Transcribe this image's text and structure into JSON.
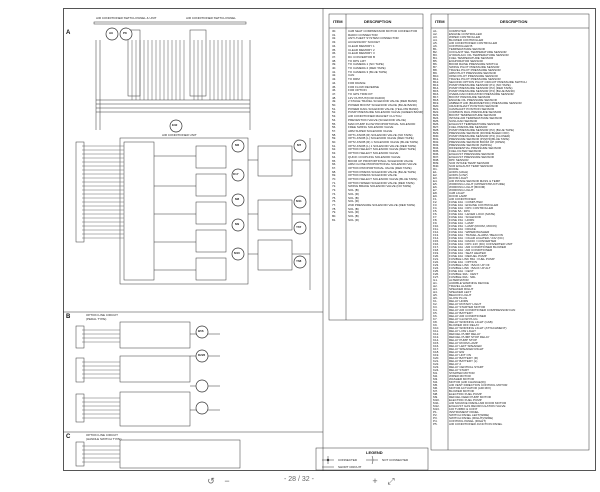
{
  "sections": {
    "a": "A",
    "b": "B",
    "c": "C"
  },
  "top_labels": {
    "panel_left": "AIR CONDITIONER SWITCH PANEL & UNIT",
    "panel_right": "AIR CONDITIONER SWITCH PANEL",
    "unit": "AIR CONDITIONER UNIT"
  },
  "connectors": [
    "A9",
    "P8",
    "E32",
    "M6",
    "M7",
    "K17",
    "M8",
    "M9",
    "M10",
    "M11",
    "Y67",
    "Y68",
    "B56",
    "D226"
  ],
  "section_b_title": "OPTION LINE CIRCUIT\n(PEDAL TYPE)",
  "section_c_title": "OPTION LINE CIRCUIT\n(HANDLE SWITCH TYPE)",
  "table1": {
    "item_header": "ITEM",
    "desc_header": "DESCRIPTION",
    "rows": [
      [
        "30.",
        "CAB SEAT COMPRESSOR MOTOR CONNECTOR"
      ],
      [
        "31.",
        "RADIO CONNECTOR"
      ],
      [
        "32.",
        "ANTI-THEFT SYSTEM CONNECTOR"
      ],
      [
        "33.",
        "ACCESSORY SOCKET"
      ],
      [
        "34.",
        "CLEAR MEMORY 1"
      ],
      [
        "35.",
        "CLEAR MEMORY 2"
      ],
      [
        "36.",
        "CLEAR MEMORY 3"
      ],
      [
        "37.",
        "DC CONVERTOR B"
      ],
      [
        "38.",
        "TO DPS LMT"
      ],
      [
        "39.",
        "TO CAMERA 1 (NO TAPE)"
      ],
      [
        "40.",
        "TO CAMERA 2 (RED TAPE)"
      ],
      [
        "41.",
        "TO CAMERA 3 (BLUE TAPE)"
      ],
      [
        "42.",
        "CAN"
      ],
      [
        "43.",
        "TO DRM"
      ],
      [
        "44.",
        "FOR DRAKE"
      ],
      [
        "45.",
        "FOR FLOW REVERSE"
      ],
      [
        "46.",
        "FOR OPTION"
      ],
      [
        "47.",
        "TO GPS TRIM KIT"
      ],
      [
        "48.",
        "12V OUTPUT(FOR RADIO)"
      ],
      [
        "49.",
        "2 STAGE TRAVEL SOLENOID VALVE (RED BAND)"
      ],
      [
        "50.",
        "POWER BOOST SOLENOID VALVE (BLUE BAND)"
      ],
      [
        "51.",
        "POWER DAIG SOLENOID VALVE (YELLOW BAND)"
      ],
      [
        "52.",
        "PUMP PRESSURE SOLENOID VALVE (GREEN BAND)"
      ],
      [
        "53.",
        "AIR CONDITIONER MAGNET CLUTCH"
      ],
      [
        "54.",
        "PREVENTION VALVE (SOLENOID VALVE)"
      ],
      [
        "55.",
        "MAIN PUMP FLOW PROPORTIONAL SOLENOID"
      ],
      [
        "56.",
        "FREE SWING SOLENOID VALVE"
      ],
      [
        "57.",
        "ARM SUPER SOLENOID VALVE"
      ],
      [
        "58.",
        "OPT1-KNOB (R) SOLENOID VALVE (NO TAPE)"
      ],
      [
        "59.",
        "OPT1-KNOB (L) SOLENOID VALVE (RED TAPE)"
      ],
      [
        "60.",
        "OPT2-KNOB (R) 1 SOLENOID VALVE (BLUE TAPE)"
      ],
      [
        "61.",
        "OPT2-KNOB (L) 1 SOLENOID VALVE (RED TAPE)"
      ],
      [
        "62.",
        "OPTION SELECT SOLENOID VALVE (RED TAPE)"
      ],
      [
        "63.",
        "OPTION SELECT SOLENOID VALVE"
      ],
      [
        "64.",
        "QUICK COUPLING SOLENOID VALVE"
      ],
      [
        "65.",
        "BOOM UP PROPORTIONAL SOLENOID VALVE"
      ],
      [
        "66.",
        "ARM CLOSE PROPORTIONAL SOLENOID VALVE"
      ],
      [
        "67.",
        "OPTION PROPORTIONAL VALVE (RED TAPE)"
      ],
      [
        "68.",
        "OPTION PRESS SOLENOID VALVE (BLUE TAPE)"
      ],
      [
        "69.",
        "OPTION PRESS SOLENOID VALVE"
      ],
      [
        "70.",
        "OPTION SELECT SOLENOID VALVE (BLUE TAPE)"
      ],
      [
        "71.",
        "OPTION SPEED SOLENOID VALVE (RED TAPE)"
      ],
      [
        "72.",
        "SWING BRAKE SOLENOID VALVE (NO TAPE)"
      ],
      [
        "73.",
        "SOL (B)"
      ],
      [
        "74.",
        "SOL (R)"
      ],
      [
        "75.",
        "SOL (B)"
      ],
      [
        "76.",
        "SOL (R)"
      ],
      [
        "77.",
        "2ND PRESSURE SOLENOID VALVE (RED TAPE)"
      ],
      [
        "78.",
        "SOL (B)"
      ],
      [
        "79.",
        "SOL (R)"
      ],
      [
        "80.",
        "SOL (B)"
      ],
      [
        "81.",
        "SOL (R)"
      ]
    ]
  },
  "table2": {
    "item_header": "ITEM",
    "desc_header": "DESCRIPTION",
    "rows": [
      [
        "A1.",
        "COMPUTER"
      ],
      [
        "A2.",
        "ENGINE CONTROLLER"
      ],
      [
        "A3.",
        "WIPER CONTROLLER"
      ],
      [
        "A4.",
        "BLOWER CONTROLLER"
      ],
      [
        "A5.",
        "AIR CONDITIONER CONTROLLER"
      ],
      [
        "A6.",
        "CONTROLLER B"
      ],
      [
        "B1.",
        "TEMPERATURE SENSOR"
      ],
      [
        "B2.",
        "COOLANT SEL TEMPERATURE SENSOR"
      ],
      [
        "B3.",
        "HYDRAULIC OIL TEMPERATURE SENSOR"
      ],
      [
        "B4.",
        "FUEL TEMPERATURE SENSOR"
      ],
      [
        "B5.",
        "EVAPORATOR SENSOR"
      ],
      [
        "B6.",
        "BOOM RAISE PRESSURE SWITCH"
      ],
      [
        "B7.",
        "SWING PILOT PRESSURE SENSOR"
      ],
      [
        "B8.",
        "TRAVEL PILOT PRESSURE SENSOR"
      ],
      [
        "B9.",
        "ARM PILOT PRESSURE SENSOR"
      ],
      [
        "B10.",
        "OPEN PILOT PRESSURE SENSOR"
      ],
      [
        "B11.",
        "TRAVEL PILOT PRESSURE SENSOR"
      ],
      [
        "B12.",
        "SECOND OPTION PILOT CIRCUIT PRESSURE SWITCH"
      ],
      [
        "B13.",
        "PUMP PRESSURE SENSOR (P1) (NO TAPE)"
      ],
      [
        "B14.",
        "PUMP PRESSURE SENSOR (P2) (RED TAPE)"
      ],
      [
        "B15.",
        "PUMP PRESSURE SENSOR (P3) (BLUE BAND)"
      ],
      [
        "B16.",
        "OVERLOAD INDICATOR PRESSURE SENSOR"
      ],
      [
        "B17.",
        "BOOST PRESSURE SENSOR"
      ],
      [
        "B18.",
        "ENGINE OIL PRESSURE SENSOR"
      ],
      [
        "B19.",
        "AMBIENT AIR (BAROMETRIC) PRESSURE SENSOR"
      ],
      [
        "B20.",
        "CRANKSHAFT POSITION SENSOR"
      ],
      [
        "B21.",
        "CAMSHAFT POSITION SENSOR"
      ],
      [
        "B22.",
        "COMMON RAIL PRESSURE SENSOR"
      ],
      [
        "B23.",
        "BOOST TEMPERATURE SENSOR"
      ],
      [
        "B24.",
        "INTAKE AIR TEMPERATURE SENSOR"
      ],
      [
        "B25.",
        "SUNLOAD SENSOR"
      ],
      [
        "B26.",
        "EXHAUST TEMPERATURE SENSOR"
      ],
      [
        "B27.",
        "FUEL PRESSURE SENSOR"
      ],
      [
        "B28.",
        "PUMP PRESSURE SENSOR (P2) (BLUE TAPE)"
      ],
      [
        "B29.",
        "PRESSURE SENSOR (DIVIDE BLEED OFF)"
      ],
      [
        "B30.",
        "PUMP PRESSURE SENSOR (P3) (CLOSED)"
      ],
      [
        "B31.",
        "PRESSURE SENSOR (P3)(P4)(BLUE TAPE)"
      ],
      [
        "B32.",
        "PRESSURE SENSOR BOOM UP (OPEN)"
      ],
      [
        "B33.",
        "PRESSURE SENSOR (SWING)"
      ],
      [
        "B34.",
        "DIFFERENTIAL PRESSURE SENSOR"
      ],
      [
        "B35.",
        "FUEL FILTER SENSOR"
      ],
      [
        "B36.",
        "EXHAUST PRESSURE SENSOR"
      ],
      [
        "B37.",
        "EXHAUST PRESSURE SENSOR"
      ],
      [
        "B38.",
        "DPF SENSOR"
      ],
      [
        "B39.",
        "SCR INTAKE TEMP SENSOR"
      ],
      [
        "B40.",
        "SCR EXHAUST TEMP SENSOR"
      ],
      [
        "D1.",
        "DIODE"
      ],
      [
        "E1.",
        "HORN (HIGH)"
      ],
      [
        "E2.",
        "HORN (LOW)"
      ],
      [
        "E3.",
        "ROOM LIGHT"
      ],
      [
        "E4.",
        "AIR INTAKE SENSOR MASS & TEMP"
      ],
      [
        "E5.",
        "WORKING LIGHT (UPPERSTRUCTURE)"
      ],
      [
        "E6.",
        "WORKING LIGHT (BOOM)"
      ],
      [
        "E7.",
        "WORKING LIGHT"
      ],
      [
        "E8.",
        "CAB LIGHT"
      ],
      [
        "E9.",
        "DOOR LAMP"
      ],
      [
        "F1.",
        "AIR CONDITIONER"
      ],
      [
        "F2.",
        "FUSE 10A : COMPUTER"
      ],
      [
        "F3.",
        "FUSE 10A : ENGINE CONTROLLER"
      ],
      [
        "F4.",
        "FUSE 10A : DPC CONTROLLER"
      ],
      [
        "F5.",
        "FUSE 5A : DPC"
      ],
      [
        "F6.",
        "FUSE 10A : LEVER LOCK (MATE)"
      ],
      [
        "F7.",
        "FUSE 10A : SOLENOID"
      ],
      [
        "F8.",
        "FUSE 15A : HORN"
      ],
      [
        "F9.",
        "FUSE 10A : LAMP"
      ],
      [
        "F10.",
        "FUSE 15A : LAMP (ROOM, MOON)"
      ],
      [
        "F11.",
        "FUSE 10A : DRAKE"
      ],
      [
        "F12.",
        "FUSE 10A : WIPER/WASHER"
      ],
      [
        "F13.",
        "FUSE 10A : TRAVEL ALARM / BEACON"
      ],
      [
        "F14.",
        "FUSE 10A : CIGAR LIGHTER / 24V (DC)"
      ],
      [
        "F15.",
        "FUSE 10A : RADIO / CONVERTER"
      ],
      [
        "F16.",
        "FUSE 10A : DPC 24V (DC) CONVERTER UNIT"
      ],
      [
        "F17.",
        "FUSE 10A : AIR CONDITIONER BLOWER"
      ],
      [
        "F18.",
        "FUSE 10A : AIR CONDITIONER"
      ],
      [
        "F19.",
        "FUSE 10A : SEAT HEATER"
      ],
      [
        "F20.",
        "FUSE 10A : REFUEL PUMP"
      ],
      [
        "F21.",
        "FUSIBLE LINK 65A : FUEL PUMP"
      ],
      [
        "F22.",
        "FUSE 10A : OPTION"
      ],
      [
        "F23.",
        "FUSIBLE LINK : BACK UP OF"
      ],
      [
        "F24.",
        "FUSIBLE LINK : BACK UP ALT"
      ],
      [
        "F25.",
        "FUSE 10A : CENT"
      ],
      [
        "F26.",
        "FUSIBLE 30A : CENT"
      ],
      [
        "F27.",
        "FUSIBLE 60A : SRL"
      ],
      [
        "G1.",
        "ALTERNATOR"
      ],
      [
        "H1.",
        "AUDIBLE WARNING DEVICE"
      ],
      [
        "H2.",
        "TRAVEL ALARM"
      ],
      [
        "H3.",
        "SPEAKER RIGHT"
      ],
      [
        "H4.",
        "SPEAKER LEFT"
      ],
      [
        "H5.",
        "BEACON LIGHT"
      ],
      [
        "H6.",
        "GLOW PLUG"
      ],
      [
        "K1.",
        "RELAY HORN"
      ],
      [
        "K2.",
        "RELAY ROTARY LIGHT"
      ],
      [
        "K3.",
        "RELAY STARTER MOTOR"
      ],
      [
        "K4.",
        "RELAY AIR CONDITIONER COMPRESSOR FAN"
      ],
      [
        "K5.",
        "RELAY BATTERY"
      ],
      [
        "K6.",
        "RELAY AIR CONDITIONER"
      ],
      [
        "K7.",
        "RELAY GLOW PLUG"
      ],
      [
        "K8.",
        "RELAY WORKING LIGHT (CAB)"
      ],
      [
        "K9.",
        "BLOWER OFF RELAY"
      ],
      [
        "K10.",
        "RELAY WORKING LIGHT (ATTACHMENT)"
      ],
      [
        "K11.",
        "RELAY LOW LIGHT"
      ],
      [
        "K12.",
        "REFUEL PUMP RELAY"
      ],
      [
        "K13.",
        "REFUEL PUMP STOP RELAY"
      ],
      [
        "K14.",
        "RELAY PUMP STOP"
      ],
      [
        "K15.",
        "RELAY ROOM LAMP"
      ],
      [
        "K16.",
        "RELAY LEFT SPEAKER"
      ],
      [
        "K17.",
        "RELAY SPEAKER RIGHT"
      ],
      [
        "K18.",
        "RELAY EW"
      ],
      [
        "K19.",
        "RELAY HOT ON"
      ],
      [
        "K20.",
        "RELAY BATTERY (R)"
      ],
      [
        "K21.",
        "RELAY BATTERY (L)"
      ],
      [
        "K22.",
        "RELAY 2"
      ],
      [
        "K23.",
        "RELAY CENTRAL START"
      ],
      [
        "K24.",
        "RELAY START"
      ],
      [
        "M1.",
        "STARTER MOTOR"
      ],
      [
        "M2.",
        "WIPER MOTOR"
      ],
      [
        "M3.",
        "WASHER MOTOR"
      ],
      [
        "M4.",
        "MOTOR (AIR CHANGE(R))"
      ],
      [
        "M5.",
        "AIR VENT DIRECTION CONTROL MOTOR"
      ],
      [
        "M6.",
        "MOTOR ACTUATOR (AIR MIX)"
      ],
      [
        "M7.",
        "BLOWER MOTOR"
      ],
      [
        "M8.",
        "ELECTRIC FUEL PUMP"
      ],
      [
        "M9.",
        "REFUEL FEED PUMP MOTOR"
      ],
      [
        "M10.",
        "ELECTRIC FUEL PUMP"
      ],
      [
        "M11.",
        "AIR SOURCE FRESH AIR DOOR MOTOR"
      ],
      [
        "M12.",
        "EXHAUST GAS RECIRCULATION VALVE"
      ],
      [
        "M13.",
        "100 TURBO & CONT"
      ],
      [
        "P1.",
        "INSTRUMENT PANEL"
      ],
      [
        "P2.",
        "SWITCH PANEL LEFT(WIRE)"
      ],
      [
        "P3.",
        "SWITCH PANEL (RIGHT)(WIRE)"
      ],
      [
        "P4.",
        "CONTROL PANEL (RIGHT)"
      ],
      [
        "P5.",
        "AIR CONDITIONER JUNCTION PANEL"
      ]
    ]
  },
  "legend": {
    "title": "LEGEND",
    "connected": "CONNECTED",
    "not_connected": "NOT CONNECTED",
    "short_circuit": "SHORT CIRCUIT"
  },
  "viewer": {
    "page_info": "- 28 / 32 -",
    "icons": [
      "rotate-left-icon",
      "zoom-out-icon",
      "zoom-in-icon",
      "fit-icon",
      "download-icon"
    ]
  }
}
